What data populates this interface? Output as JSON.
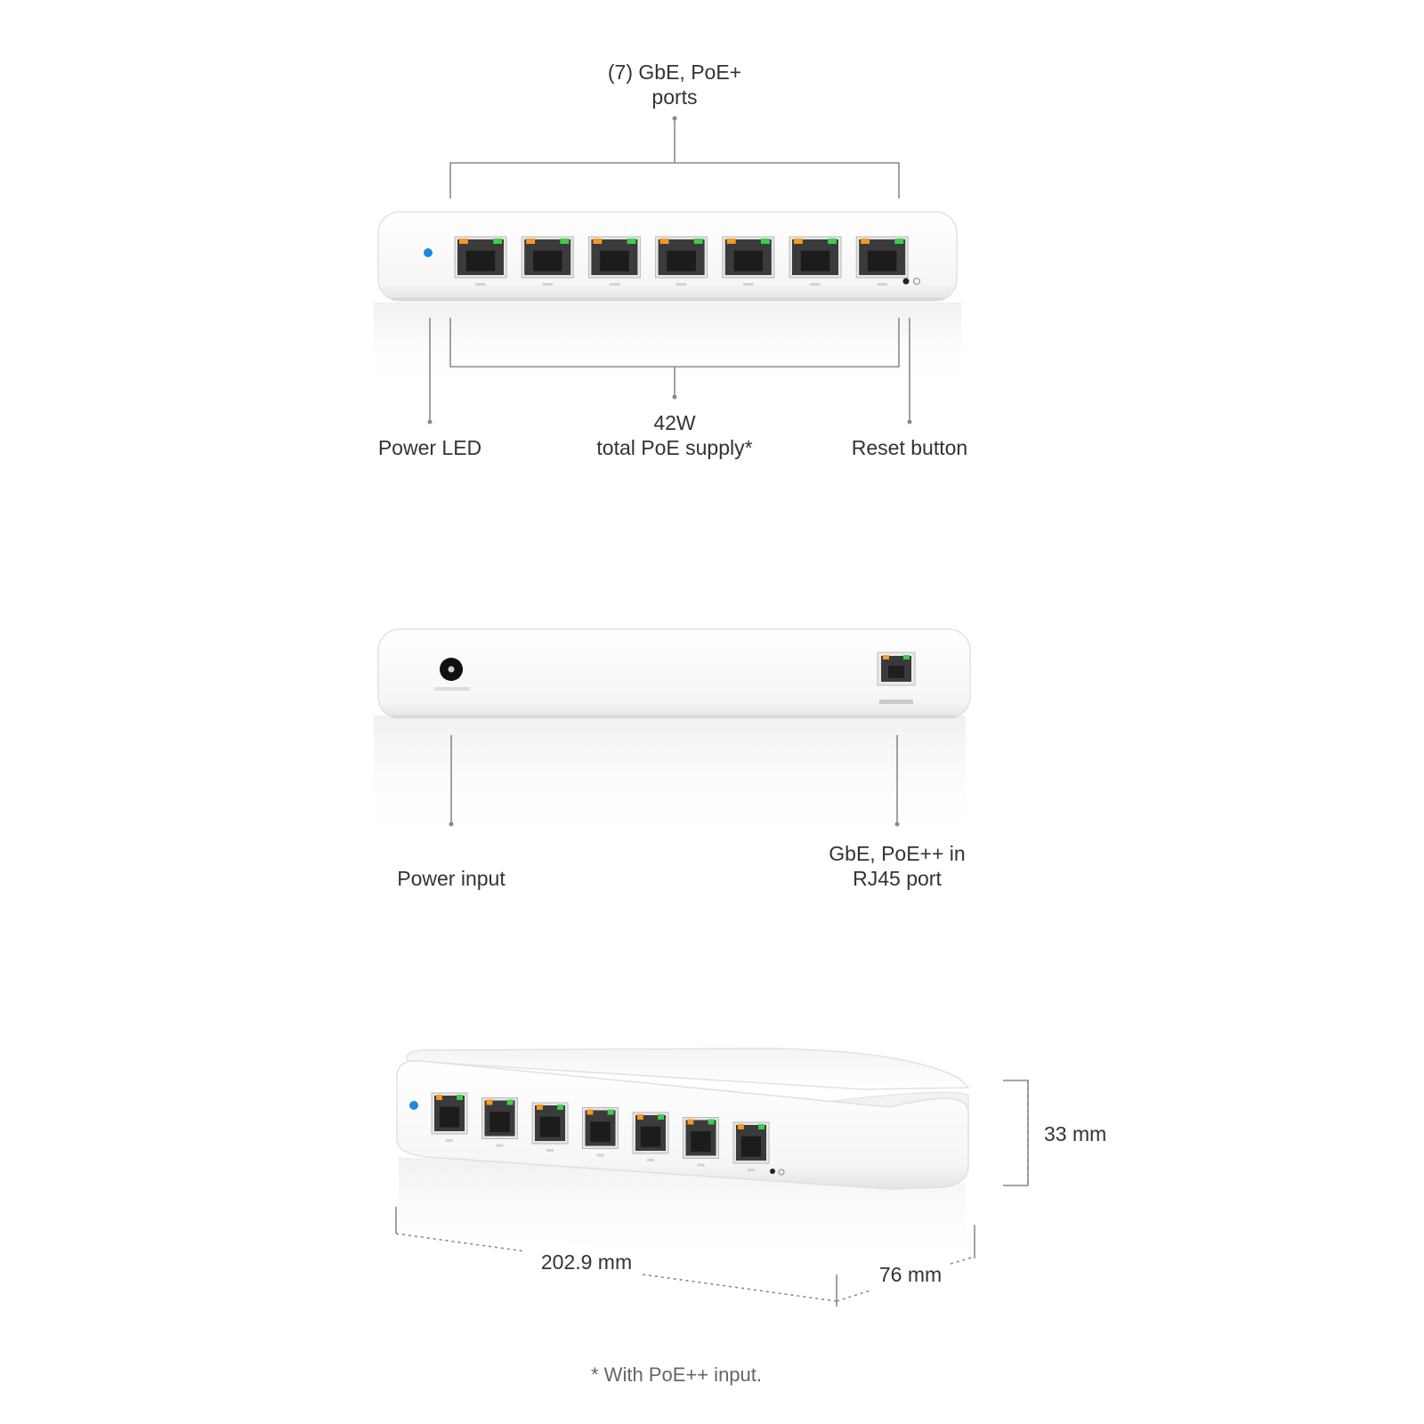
{
  "top_view": {
    "ports_label_line1": "(7) GbE, PoE+",
    "ports_label_line2": "ports",
    "power_led_label": "Power LED",
    "poe_supply_line1": "42W",
    "poe_supply_line2": "total PoE supply*",
    "reset_button_label": "Reset button",
    "port_count": 7
  },
  "rear_view": {
    "power_input_label": "Power input",
    "uplink_label_line1": "GbE, PoE++ in",
    "uplink_label_line2": "RJ45 port"
  },
  "dimensions": {
    "height": "33 mm",
    "width": "202.9 mm",
    "depth": "76 mm"
  },
  "footnote": "* With PoE++ input.",
  "colors": {
    "led_blue": "#1e88e5",
    "port_led_orange": "#f59a23",
    "port_led_green": "#3ccf4e",
    "callout_line": "#8a8a8a",
    "body_white": "#fbfbfb"
  }
}
